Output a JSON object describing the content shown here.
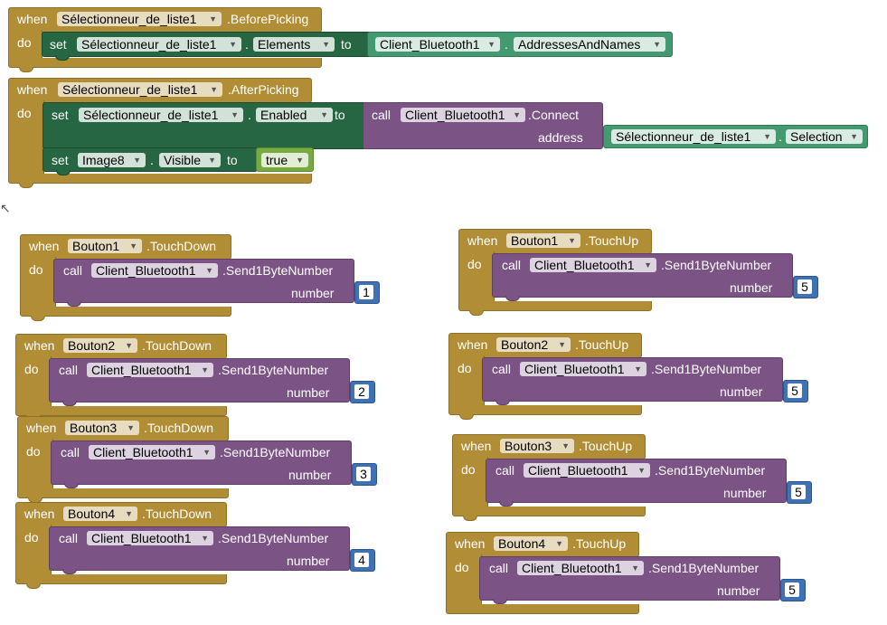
{
  "keywords": {
    "when": "when",
    "do": "do",
    "set": "set",
    "call": "call",
    "to": "to",
    "dot": "."
  },
  "before_picking": {
    "component": "Sélectionneur_de_liste1",
    "event": ".BeforePicking",
    "set_component": "Sélectionneur_de_liste1",
    "set_property": "Elements",
    "value_component": "Client_Bluetooth1",
    "value_property": "AddressesAndNames"
  },
  "after_picking": {
    "component": "Sélectionneur_de_liste1",
    "event": ".AfterPicking",
    "set_component": "Sélectionneur_de_liste1",
    "set_property": "Enabled",
    "call_component": "Client_Bluetooth1",
    "call_method": ".Connect",
    "param_label": "address",
    "param_component": "Sélectionneur_de_liste1",
    "param_property": "Selection",
    "set2_component": "Image8",
    "set2_property": "Visible",
    "set2_value": "true"
  },
  "handlers": [
    {
      "component": "Bouton1",
      "event": ".TouchDown",
      "call_component": "Client_Bluetooth1",
      "method": ".Send1ByteNumber",
      "param_label": "number",
      "value": "1"
    },
    {
      "component": "Bouton2",
      "event": ".TouchDown",
      "call_component": "Client_Bluetooth1",
      "method": ".Send1ByteNumber",
      "param_label": "number",
      "value": "2"
    },
    {
      "component": "Bouton3",
      "event": ".TouchDown",
      "call_component": "Client_Bluetooth1",
      "method": ".Send1ByteNumber",
      "param_label": "number",
      "value": "3"
    },
    {
      "component": "Bouton4",
      "event": ".TouchDown",
      "call_component": "Client_Bluetooth1",
      "method": ".Send1ByteNumber",
      "param_label": "number",
      "value": "4"
    },
    {
      "component": "Bouton1",
      "event": ".TouchUp",
      "call_component": "Client_Bluetooth1",
      "method": ".Send1ByteNumber",
      "param_label": "number",
      "value": "5"
    },
    {
      "component": "Bouton2",
      "event": ".TouchUp",
      "call_component": "Client_Bluetooth1",
      "method": ".Send1ByteNumber",
      "param_label": "number",
      "value": "5"
    },
    {
      "component": "Bouton3",
      "event": ".TouchUp",
      "call_component": "Client_Bluetooth1",
      "method": ".Send1ByteNumber",
      "param_label": "number",
      "value": "5"
    },
    {
      "component": "Bouton4",
      "event": ".TouchUp",
      "call_component": "Client_Bluetooth1",
      "method": ".Send1ByteNumber",
      "param_label": "number",
      "value": "5"
    }
  ],
  "icons": {
    "dropdown": "triangle-down-icon",
    "cursor": "mouse-pointer-icon"
  },
  "colors": {
    "event": "#b18e35",
    "call": "#7c5385",
    "setter": "#266643",
    "getter": "#439970",
    "logic": "#77ab41",
    "number": "#3f71b5"
  }
}
